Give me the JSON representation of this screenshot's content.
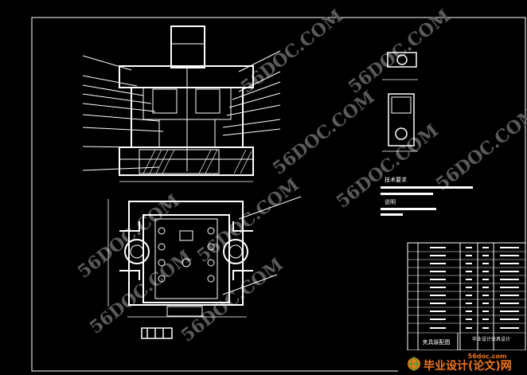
{
  "colors": {
    "background": "#000000",
    "line": "#ffffff",
    "watermark": "#5a5a5a",
    "brand_orange": "#f07818",
    "brand_green": "#4a9a2a"
  },
  "watermark": {
    "text": "56DOC.COM"
  },
  "notes": {
    "tech_req_heading": "技术要求",
    "sub_heading": "说明"
  },
  "title_block": {
    "part_name": "夹具装配图",
    "school": "毕业设计夹具设计"
  },
  "brand": {
    "site": "56doc.com",
    "tagline": "毕业设计(论文)网",
    "icon_name": "globe-icon"
  }
}
